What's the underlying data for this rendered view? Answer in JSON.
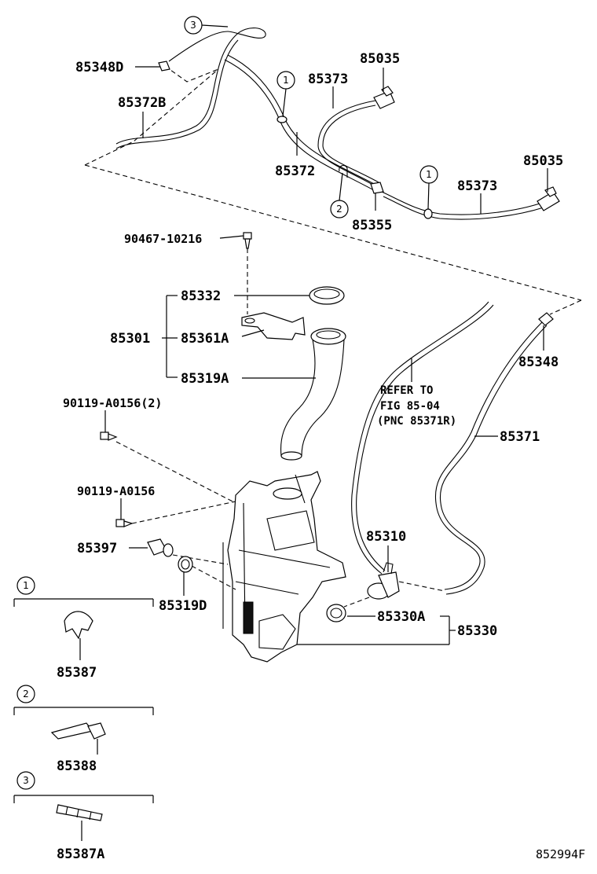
{
  "labels": {
    "p85348D": "85348D",
    "p85372B": "85372B",
    "p85035a": "85035",
    "p85373a": "85373",
    "p85372": "85372",
    "p85035b": "85035",
    "p85373b": "85373",
    "p85355": "85355",
    "p90467": "90467-10216",
    "p85332": "85332",
    "p85301": "85301",
    "p85361A": "85361A",
    "p85319A": "85319A",
    "p85348": "85348",
    "p90119_2": "90119-A0156(2)",
    "p85371": "85371",
    "p90119": "90119-A0156",
    "p85310": "85310",
    "p85397": "85397",
    "p85319D": "85319D",
    "p85330A": "85330A",
    "p85330": "85330",
    "p85387": "85387",
    "p85388": "85388",
    "p85387A": "85387A"
  },
  "callouts": {
    "c1": "1",
    "c2": "2",
    "c3": "3"
  },
  "note": {
    "line1": "REFER TO",
    "line2": "FIG 85-04",
    "line3": "(PNC 85371R)"
  },
  "legend": {
    "item1": {
      "number": "1",
      "part": "85387"
    },
    "item2": {
      "number": "2",
      "part": "85388"
    },
    "item3": {
      "number": "3",
      "part": "85387A"
    }
  },
  "figure_id": "852994F"
}
